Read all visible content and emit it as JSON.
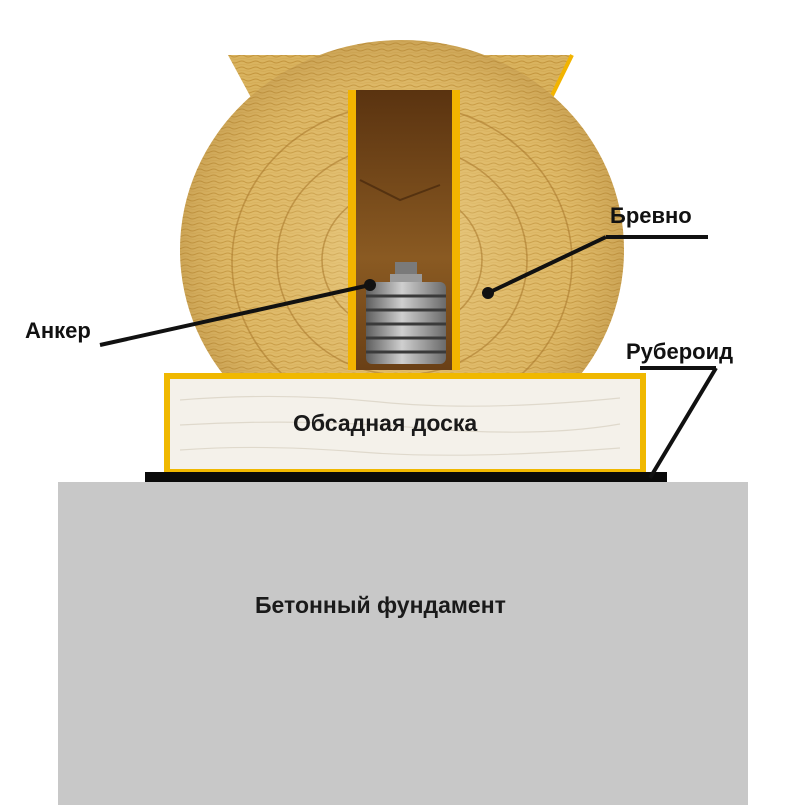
{
  "labels": {
    "log": "Бревно",
    "anchor": "Анкер",
    "roofing_felt": "Рубероид",
    "casing_board": "Обсадная доска",
    "foundation": "Бетонный фундамент"
  },
  "colors": {
    "wood_light": "#e6c67a",
    "wood_mid": "#c99a3e",
    "wood_dark": "#8a5a1c",
    "board_fill": "#f4f1ea",
    "board_border": "#f0b800",
    "felt": "#0a0a0a",
    "concrete": "#c8c8c8",
    "bolt": "#8c8c8c"
  }
}
